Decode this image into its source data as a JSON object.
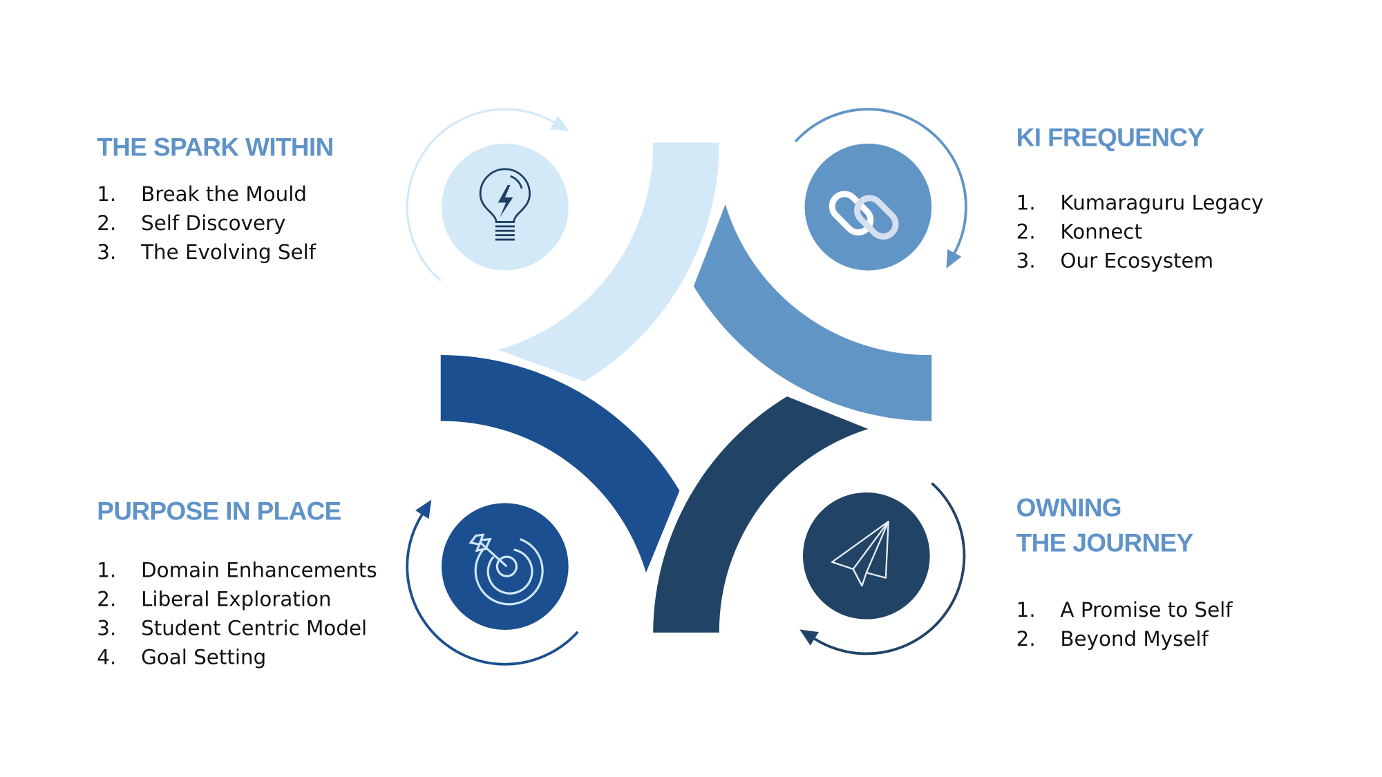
{
  "colors": {
    "heading": "#5f93c8",
    "light": "#d3e9f8",
    "medium": "#6195c6",
    "blue": "#1b4f8f",
    "navy": "#214366"
  },
  "sections": [
    {
      "title": "THE SPARK WITHIN",
      "icon": "lightbulb-icon",
      "items": [
        {
          "n": "1.",
          "t": "Break the Mould"
        },
        {
          "n": "2.",
          "t": "Self Discovery"
        },
        {
          "n": "3.",
          "t": "The Evolving Self"
        }
      ]
    },
    {
      "title": "KI FREQUENCY",
      "icon": "chain-link-icon",
      "items": [
        {
          "n": "1.",
          "t": "Kumaraguru Legacy"
        },
        {
          "n": "2.",
          "t": "Konnect"
        },
        {
          "n": "3.",
          "t": "Our Ecosystem"
        }
      ]
    },
    {
      "title": "PURPOSE IN PLACE",
      "icon": "target-icon",
      "items": [
        {
          "n": "1.",
          "t": "Domain Enhancements"
        },
        {
          "n": "2.",
          "t": "Liberal Exploration"
        },
        {
          "n": "3.",
          "t": "Student Centric Model"
        },
        {
          "n": "4.",
          "t": "Goal Setting"
        }
      ]
    },
    {
      "title_line1": "OWNING",
      "title_line2": "THE JOURNEY",
      "icon": "paper-plane-icon",
      "items": [
        {
          "n": "1.",
          "t": "A Promise to Self"
        },
        {
          "n": "2.",
          "t": "Beyond Myself"
        }
      ]
    }
  ]
}
